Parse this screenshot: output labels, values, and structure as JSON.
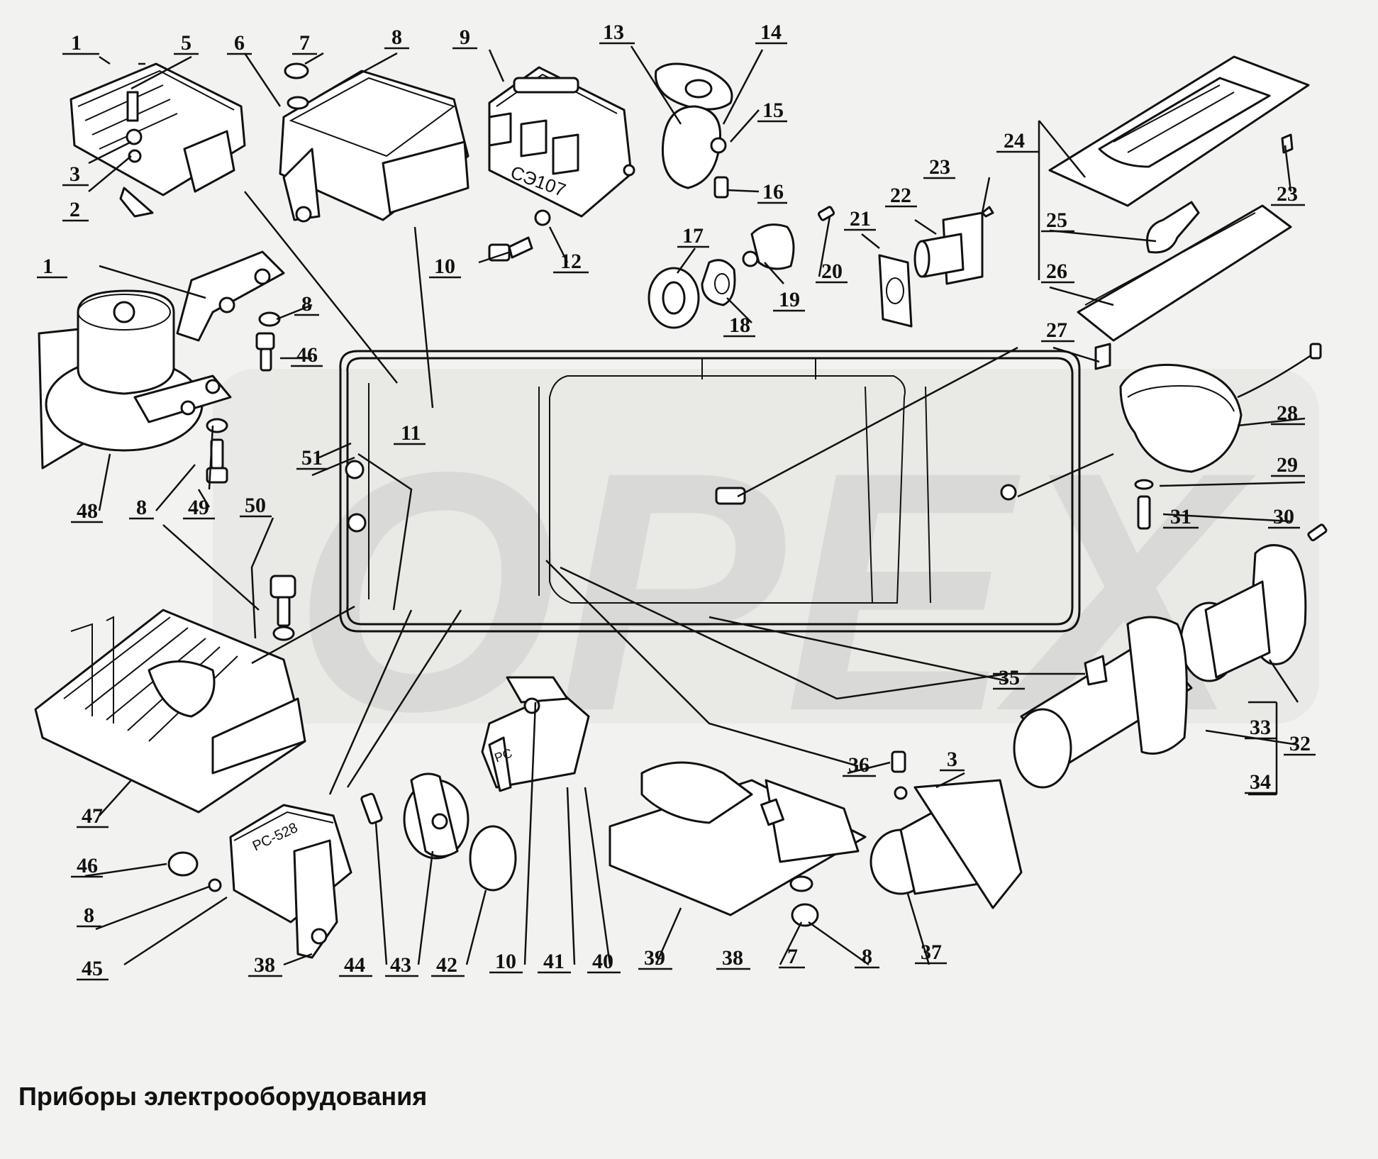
{
  "caption": "Приборы электрооборудования",
  "watermark": "OPEX",
  "part_markings": {
    "regulator_9": "СЭ107",
    "relay_45": "РС-528"
  },
  "callouts": {
    "c1a": "1",
    "c5": "5",
    "c6": "6",
    "c7a": "7",
    "c8a": "8",
    "c9": "9",
    "c13": "13",
    "c14": "14",
    "c15": "15",
    "c16": "16",
    "c3a": "3",
    "c2": "2",
    "c10a": "10",
    "c12": "12",
    "c17": "17",
    "c18": "18",
    "c19": "19",
    "c20": "20",
    "c21": "21",
    "c22": "22",
    "c23a": "23",
    "c23b": "23",
    "c24": "24",
    "c25": "25",
    "c26": "26",
    "c27": "27",
    "c28": "28",
    "c29": "29",
    "c30": "30",
    "c31": "31",
    "c32": "32",
    "c33": "33",
    "c34": "34",
    "c35": "35",
    "c36": "36",
    "c3b": "3",
    "c37": "37",
    "c1b": "1",
    "c8b": "8",
    "c46a": "46",
    "c11": "11",
    "c51": "51",
    "c48": "48",
    "c8c": "8",
    "c49": "49",
    "c50": "50",
    "c47": "47",
    "c46b": "46",
    "c8d": "8",
    "c45": "45",
    "c38a": "38",
    "c44": "44",
    "c43": "43",
    "c42": "42",
    "c10b": "10",
    "c41": "41",
    "c40": "40",
    "c39": "39",
    "c38b": "38",
    "c7b": "7",
    "c8e": "8"
  }
}
